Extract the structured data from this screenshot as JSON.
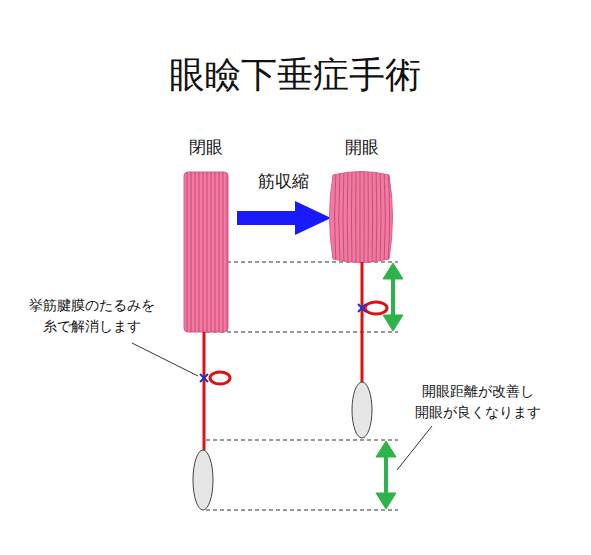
{
  "diagram": {
    "title": "眼瞼下垂症手術",
    "labels": [
      "閉眼",
      "開眼",
      "筋収縮",
      "挙筋腱膜のたるみを 糸で解消します",
      "開眼距離が改善し 開眼が良くなります"
    ]
  }
}
